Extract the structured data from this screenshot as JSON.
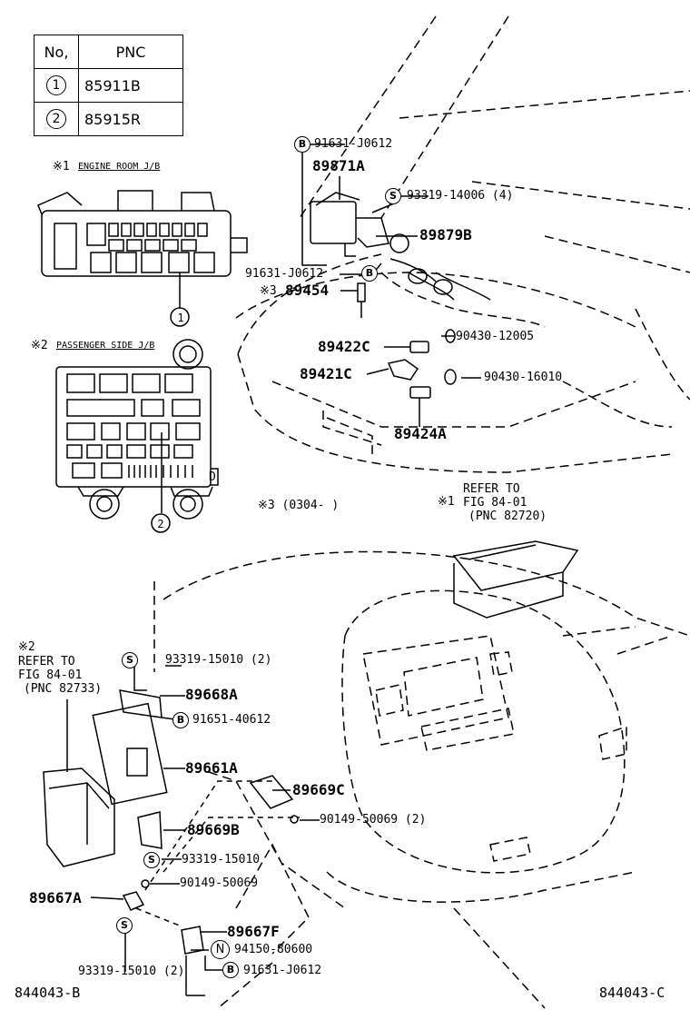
{
  "pnc_table": {
    "header": {
      "no": "No,",
      "pnc": "PNC"
    },
    "rows": [
      {
        "no": "1",
        "pnc": "85911B"
      },
      {
        "no": "2",
        "pnc": "85915R"
      }
    ]
  },
  "notes": {
    "engine_room_mark": "※1",
    "engine_room_title": "ENGINE ROOM J/B",
    "passenger_mark": "※2",
    "passenger_title": "PASSENGER SIDE J/B",
    "range_note": "※3 (0304-      )",
    "refer1_mark": "※1",
    "refer1_line1": "REFER TO",
    "refer1_line2": "FIG 84-01",
    "refer1_line3": "(PNC 82720)",
    "refer2_mark": "※2",
    "refer2_line1": "REFER TO",
    "refer2_line2": "FIG 84-01",
    "refer2_line3": "(PNC 82733)",
    "mark3": "※3"
  },
  "callouts": {
    "jb1": "1",
    "jb2": "2",
    "jb_d": "D"
  },
  "symbols": {
    "bolt": "B",
    "screw": "S",
    "nut": "N"
  },
  "parts": {
    "p91631_top": "91631-J0612",
    "p89871A": "89871A",
    "p93319_14006": "93319-14006 (4)",
    "p89879B": "89879B",
    "p91631_mid": "91631-J0612",
    "p89454": "89454",
    "p89422C": "89422C",
    "p90430_12005": "90430-12005",
    "p89421C": "89421C",
    "p90430_16010": "90430-16010",
    "p89424A": "89424A",
    "p93319_15010a": "93319-15010 (2)",
    "p89668A": "89668A",
    "p91651_40612": "91651-40612",
    "p89661A": "89661A",
    "p89669C": "89669C",
    "p90149_50069a": "90149-50069 (2)",
    "p89669B": "89669B",
    "p93319_15010b": "93319-15010",
    "p90149_50069b": "90149-50069",
    "p89667A": "89667A",
    "p89667F": "89667F",
    "p94150_80600": "94150-80600",
    "p93319_15010c": "93319-15010 (2)",
    "p91631_bot": "91631-J0612"
  },
  "footer": {
    "left": "844043-B",
    "right": "844043-C"
  }
}
